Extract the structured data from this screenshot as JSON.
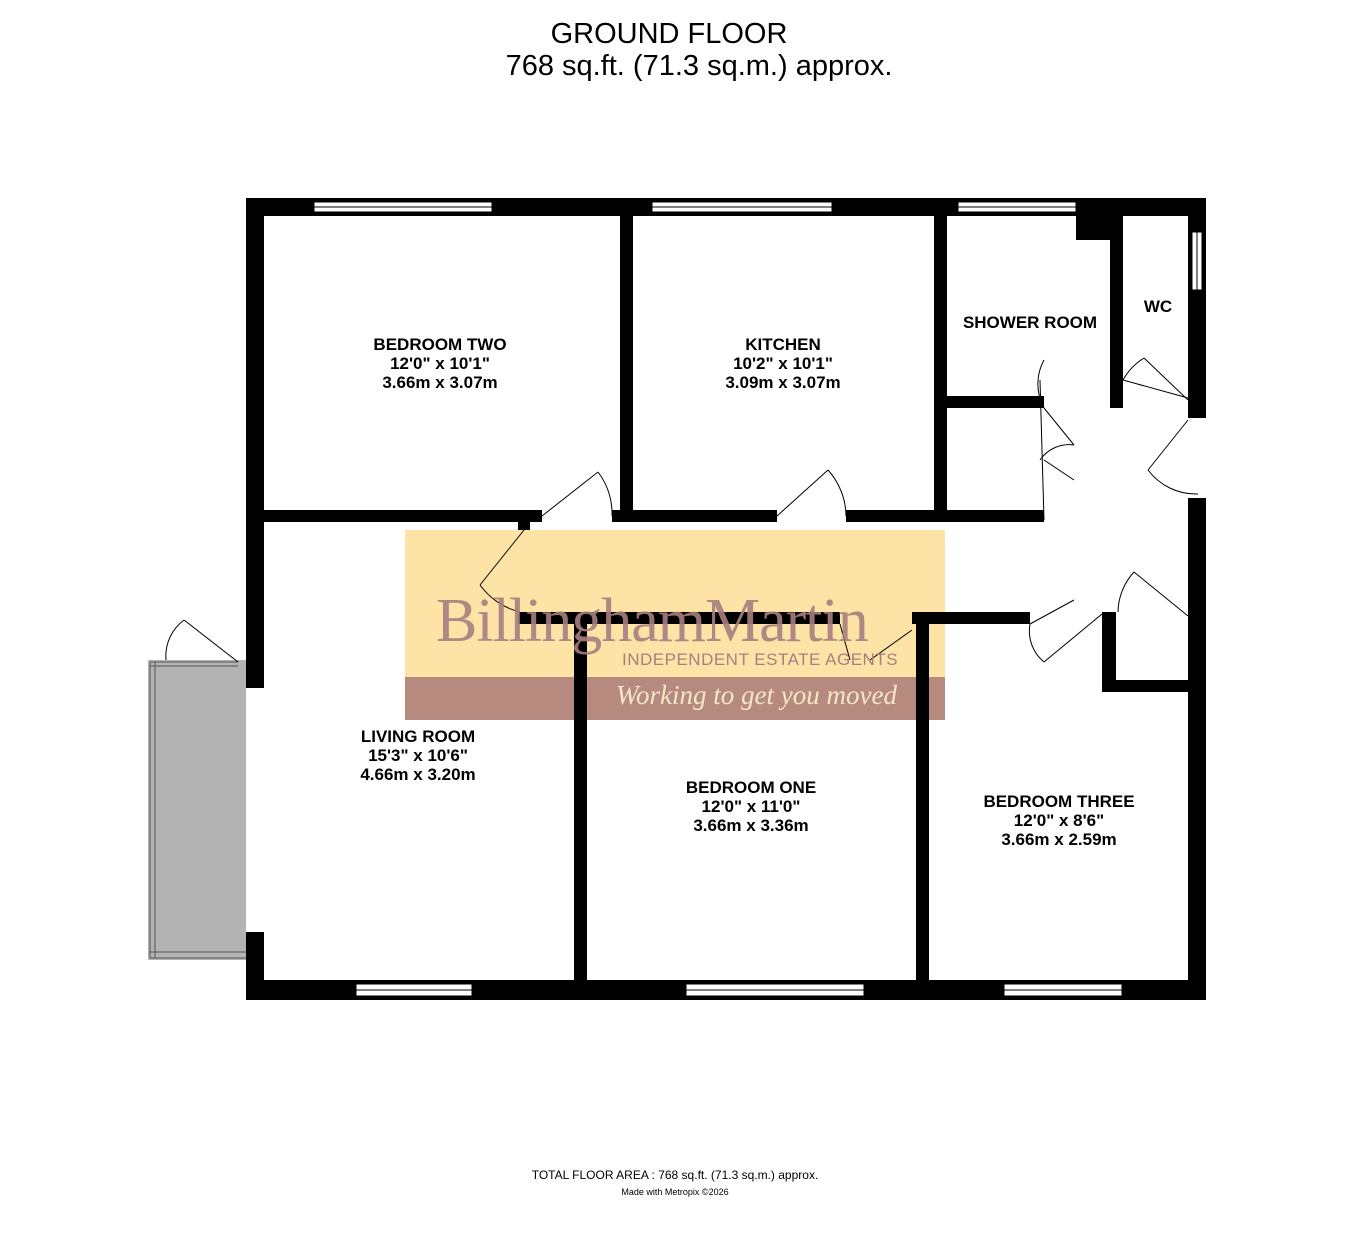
{
  "header": {
    "title": "GROUND FLOOR",
    "area": "768 sq.ft. (71.3 sq.m.) approx."
  },
  "rooms": [
    {
      "id": "bedroom-two",
      "name": "BEDROOM TWO",
      "imperial": "12'0\"  x 10'1\"",
      "metric": "3.66m  x 3.07m"
    },
    {
      "id": "kitchen",
      "name": "KITCHEN",
      "imperial": "10'2\"  x 10'1\"",
      "metric": "3.09m  x 3.07m"
    },
    {
      "id": "shower-room",
      "name": "SHOWER ROOM"
    },
    {
      "id": "wc",
      "name": "WC"
    },
    {
      "id": "living-room",
      "name": "LIVING ROOM",
      "imperial": "15'3\"  x 10'6\"",
      "metric": "4.66m  x 3.20m"
    },
    {
      "id": "bedroom-one",
      "name": "BEDROOM ONE",
      "imperial": "12'0\"  x 11'0\"",
      "metric": "3.66m  x 3.36m"
    },
    {
      "id": "bedroom-three",
      "name": "BEDROOM THREE",
      "imperial": "12'0\"  x 8'6\"",
      "metric": "3.66m  x 2.59m"
    }
  ],
  "watermark": {
    "name": "BillinghamMartin",
    "subtitle": "INDEPENDENT ESTATE AGENTS",
    "tagline": "Working to get you moved",
    "colors": {
      "band_top": "#fde3a6",
      "band_bottom": "#b78a80",
      "text": "#a87f80"
    }
  },
  "footer": {
    "total_area": "TOTAL FLOOR AREA : 768 sq.ft. (71.3 sq.m.) approx.",
    "credit": "Made with Metropix ©2026"
  },
  "colors": {
    "wall": "#000000",
    "balcony": "#b3b3b3",
    "window": "#ffffff"
  }
}
